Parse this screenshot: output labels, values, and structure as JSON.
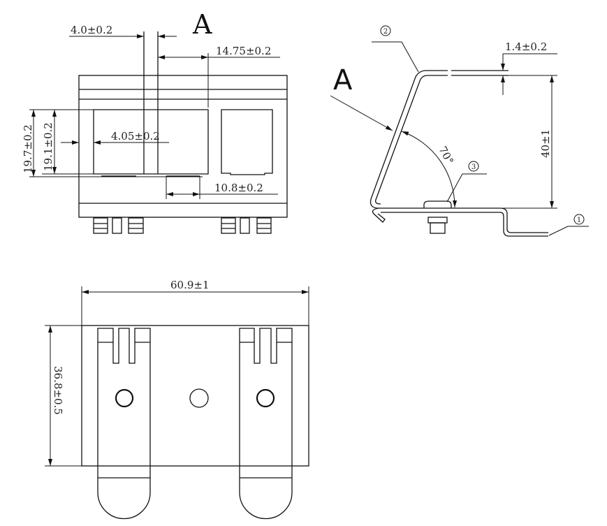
{
  "view_labels": {
    "view_a_top": "A",
    "view_a_side": "A"
  },
  "dimensions": {
    "width_4_0": "4.0±0.2",
    "width_14_75": "14.75±0.2",
    "width_4_05": "4.05±0.2",
    "width_10_8": "10.8±0.2",
    "height_19_7": "19.7±0.2",
    "height_19_1": "19.1±0.2",
    "thickness_1_4": "1.4±0.2",
    "height_40": "40±1",
    "angle_70": "70°",
    "width_60_9": "60.9±1",
    "height_36_8": "36.8±0.5"
  },
  "callouts": {
    "part_1": "1",
    "part_2": "2",
    "part_3": "3"
  }
}
